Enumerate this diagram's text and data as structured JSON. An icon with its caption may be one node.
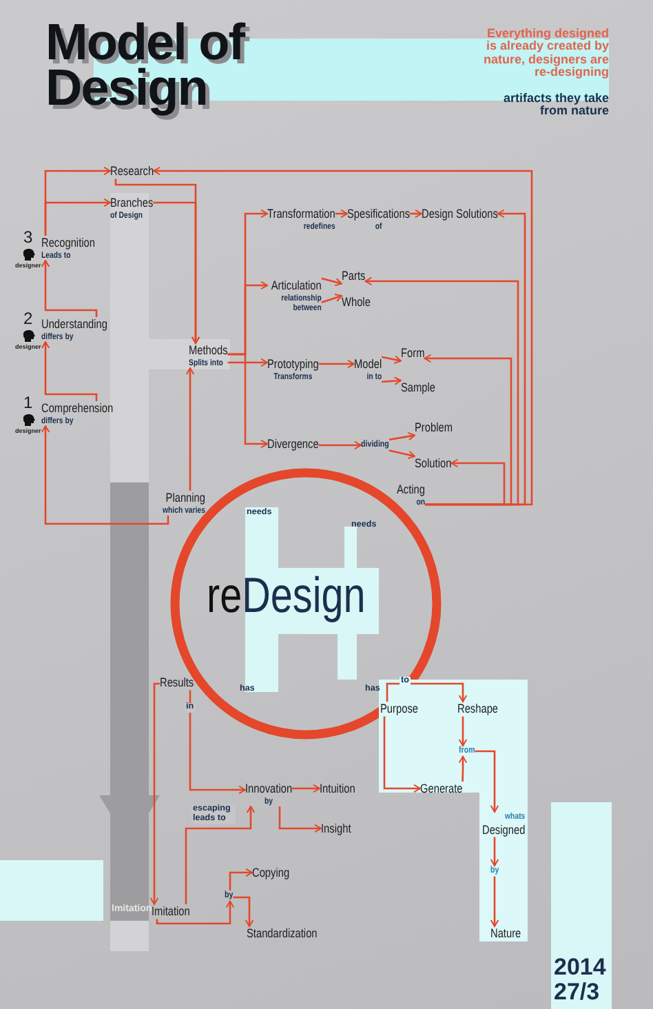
{
  "diagram": {
    "title": "Model of Design",
    "nodes": [
      {
        "text": [
          "Research"
        ]
      },
      {
        "text": [
          "Branches",
          "of Design"
        ]
      },
      {
        "text": [
          "Recognition",
          "Leads to"
        ],
        "beside": [
          "3",
          "designer"
        ]
      },
      {
        "text": [
          "Understanding",
          "differs by"
        ],
        "beside": [
          "2",
          "designer"
        ]
      },
      {
        "text": [
          "Comprehension",
          "differs by"
        ],
        "beside": [
          "1",
          "designer"
        ]
      },
      {
        "text": [
          "Methods",
          "Splits into"
        ]
      },
      {
        "text": [
          "Transformation",
          "redefines"
        ]
      },
      {
        "text": [
          "Spesifications",
          "of"
        ]
      },
      {
        "text": [
          "Design Solutions"
        ]
      },
      {
        "text": [
          "Articulation",
          "relationship between"
        ]
      },
      {
        "text": [
          "Parts"
        ]
      },
      {
        "text": [
          "Whole"
        ]
      },
      {
        "text": [
          "Prototyping",
          "Transforms"
        ]
      },
      {
        "text": [
          "Model",
          "in to"
        ]
      },
      {
        "text": [
          "Form"
        ]
      },
      {
        "text": [
          "Sample"
        ]
      },
      {
        "text": [
          "Divergence"
        ]
      },
      {
        "text": [
          "dividing"
        ]
      },
      {
        "text": [
          "Problem"
        ]
      },
      {
        "text": [
          "Solution"
        ]
      },
      {
        "text": [
          "Planning",
          "which varies"
        ]
      },
      {
        "text": [
          "Acting",
          "on"
        ]
      },
      {
        "text": [
          "re",
          "Design"
        ]
      },
      {
        "text": [
          "Results"
        ]
      },
      {
        "text": [
          "Purpose"
        ]
      },
      {
        "text": [
          "Reshape"
        ]
      },
      {
        "text": [
          "from"
        ]
      },
      {
        "text": [
          "Generate"
        ]
      },
      {
        "text": [
          "Innovation",
          "by"
        ]
      },
      {
        "text": [
          "Intuition"
        ]
      },
      {
        "text": [
          "Insight"
        ]
      },
      {
        "text": [
          "whats",
          "Designed"
        ]
      },
      {
        "text": [
          "by"
        ]
      },
      {
        "text": [
          "Nature"
        ]
      },
      {
        "text": [
          "Imitation"
        ]
      },
      {
        "text": [
          "Copying"
        ]
      },
      {
        "text": [
          "by"
        ]
      },
      {
        "text": [
          "Standardization"
        ]
      }
    ],
    "edges": [
      {
        "from": 2,
        "to": 0,
        "arrow": "to"
      },
      {
        "from": 2,
        "to": 1,
        "arrow": "to"
      },
      {
        "from": 3,
        "to": 2,
        "arrow": "to"
      },
      {
        "from": 4,
        "to": 3,
        "arrow": "to"
      },
      {
        "from": 20,
        "to": 4,
        "arrow": "to"
      },
      {
        "from": 20,
        "to": 5,
        "arrow": "to"
      },
      {
        "from": 0,
        "to": 5,
        "arrow": "to"
      },
      {
        "from": 1,
        "to": 5,
        "arrow": "to"
      },
      {
        "from": 5,
        "to": 6,
        "arrow": "to"
      },
      {
        "from": 5,
        "to": 9,
        "arrow": "to"
      },
      {
        "from": 5,
        "to": 12,
        "arrow": "to"
      },
      {
        "from": 5,
        "to": 16,
        "arrow": "to"
      },
      {
        "from": 6,
        "to": 7,
        "arrow": "to"
      },
      {
        "from": 7,
        "to": 8,
        "arrow": "to"
      },
      {
        "from": 9,
        "to": 10,
        "arrow": "to"
      },
      {
        "from": 9,
        "to": 11,
        "arrow": "to"
      },
      {
        "from": 12,
        "to": 13,
        "arrow": "to"
      },
      {
        "from": 13,
        "to": 14,
        "arrow": "to"
      },
      {
        "from": 13,
        "to": 15,
        "arrow": "to"
      },
      {
        "from": 16,
        "to": 17,
        "arrow": "to"
      },
      {
        "from": 17,
        "to": 18,
        "arrow": "to"
      },
      {
        "from": 17,
        "to": 19,
        "arrow": "to"
      },
      {
        "from": 21,
        "to": 0,
        "arrow": "to"
      },
      {
        "from": 21,
        "to": 8,
        "arrow": "to"
      },
      {
        "from": 21,
        "to": 10,
        "arrow": "to"
      },
      {
        "from": 21,
        "to": 14,
        "arrow": "to"
      },
      {
        "from": 21,
        "to": 19,
        "arrow": "to"
      },
      {
        "from": 23,
        "to": 34,
        "arrow": "to"
      },
      {
        "from": 23,
        "to": 28,
        "arrow": "to",
        "label": "in"
      },
      {
        "from": 34,
        "to": 28,
        "arrow": "to",
        "label": "escaping leads to"
      },
      {
        "from": 28,
        "to": 29,
        "arrow": "to"
      },
      {
        "from": 28,
        "to": 30,
        "arrow": "to"
      },
      {
        "from": 34,
        "to": 36,
        "arrow": "to"
      },
      {
        "from": 36,
        "to": 35,
        "arrow": "to"
      },
      {
        "from": 36,
        "to": 37,
        "arrow": "to"
      },
      {
        "from": 24,
        "to": 27,
        "arrow": "to"
      },
      {
        "from": 27,
        "to": 26,
        "arrow": "to"
      },
      {
        "from": 25,
        "to": 26,
        "arrow": "to"
      },
      {
        "from": 26,
        "to": 31,
        "arrow": "to"
      },
      {
        "from": 31,
        "to": 32,
        "arrow": "to"
      },
      {
        "from": 32,
        "to": 33,
        "arrow": "to"
      },
      {
        "from": 24,
        "to": 25,
        "arrow": "to",
        "label": "to"
      }
    ],
    "labels": [
      "Everything designed is already created by nature, designers are re-designing",
      "artifacts they take from nature",
      "needs",
      "needs",
      "has",
      "has",
      "Imitation",
      "2014",
      "27/3"
    ]
  }
}
